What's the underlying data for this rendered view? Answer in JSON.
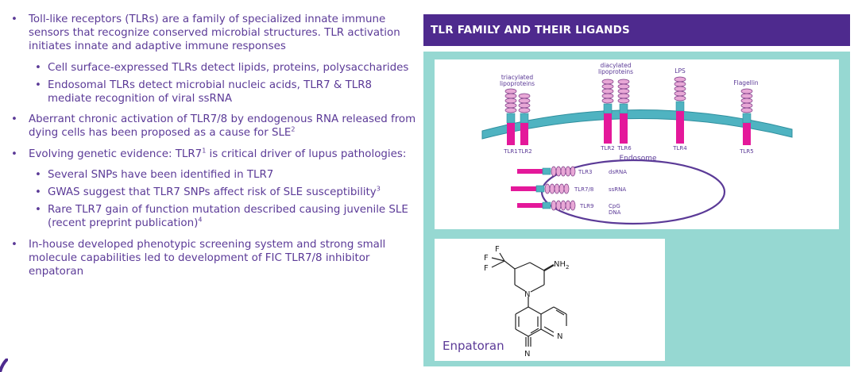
{
  "left_bullets": [
    {
      "level": 1,
      "text": "Toll-like receptors (TLRs) are a family of specialized innate immune sensors that recognize conserved microbial structures. TLR activation initiates innate and adaptive immune responses"
    },
    {
      "level": 2,
      "text": "Cell surface-expressed TLRs detect lipids, proteins, polysaccharides"
    },
    {
      "level": 2,
      "text": "Endosomal TLRs detect microbial nucleic acids, TLR7 & TLR8 mediate recognition of viral ssRNA"
    },
    {
      "level": 1,
      "text": "Aberrant chronic activation of TLR7/8 by endogenous RNA released from dying cells has been proposed as a cause for SLE",
      "sup": "2"
    },
    {
      "level": 1,
      "text_a": "Evolving genetic evidence: TLR7",
      "sup": "1",
      "text_b": " is critical driver of lupus pathologies:"
    },
    {
      "level": 2,
      "text": "Several SNPs have been identified in TLR7"
    },
    {
      "level": 2,
      "text": "GWAS suggest that TLR7 SNPs affect risk of SLE susceptibility",
      "sup": "3"
    },
    {
      "level": 2,
      "text": "Rare TLR7 gain of function mutation described causing juvenile SLE (recent preprint publication)",
      "sup": "4"
    },
    {
      "level": 1,
      "text": "In-house developed phenotypic screening system and strong small molecule capabilities led to development of FIC TLR7/8 inhibitor enpatoran"
    }
  ],
  "panel": {
    "header": "TLR FAMILY AND THEIR LIGANDS",
    "bg_color": "#96d8d2",
    "header_color": "#4e2a8e"
  },
  "diagram": {
    "ligands": {
      "triacylated": "triacylated lipoproteins",
      "triacylated_l1": "triacylated",
      "triacylated_l2": "lipoproteins",
      "diacylated_l1": "diacylated",
      "diacylated_l2": "lipoproteins",
      "lps": "LPS",
      "flagellin": "Flagellin"
    },
    "receptors": {
      "tlr1": "TLR1",
      "tlr2a": "TLR2",
      "tlr2b": "TLR2",
      "tlr6": "TLR6",
      "tlr4": "TLR4",
      "tlr5": "TLR5"
    },
    "endosome": "Endosome",
    "endosomal": [
      {
        "receptor": "TLR3",
        "ligand": "dsRNA"
      },
      {
        "receptor": "TLR7/8",
        "ligand": "ssRNA"
      },
      {
        "receptor": "TLR9",
        "ligand_l1": "CpG",
        "ligand_l2": "DNA"
      }
    ]
  },
  "molecule": {
    "name": "Enpatoran",
    "atoms": {
      "F1": "F",
      "F2": "F",
      "F3": "F",
      "N_ring": "N",
      "NH2": "NH",
      "NH2_sub": "2",
      "N_quin": "N",
      "N_nitrile": "N"
    }
  }
}
